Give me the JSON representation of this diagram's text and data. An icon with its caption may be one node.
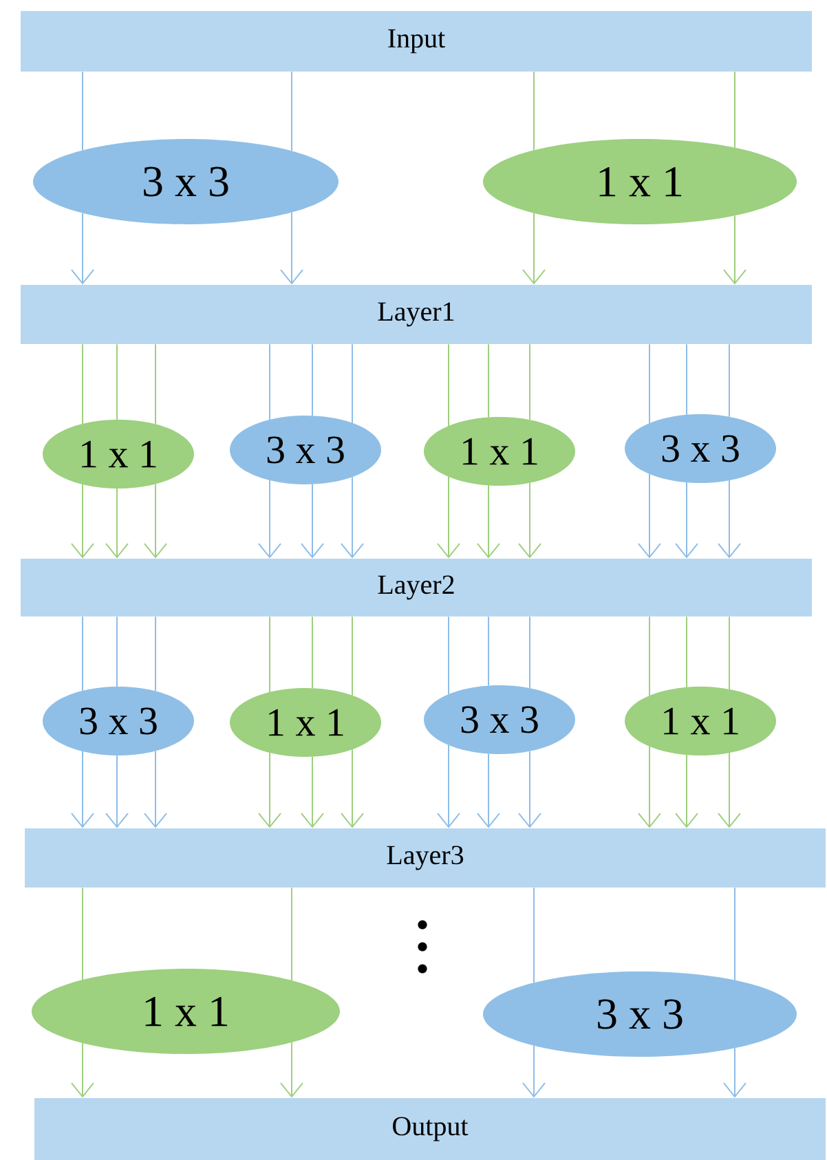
{
  "diagram": {
    "nodes": [
      {
        "text": [
          "Input"
        ]
      },
      {
        "text": [
          "3 x 3"
        ]
      },
      {
        "text": [
          "1 x 1"
        ]
      },
      {
        "text": [
          "Layer1"
        ]
      },
      {
        "text": [
          "1 x 1"
        ]
      },
      {
        "text": [
          "3 x 3"
        ]
      },
      {
        "text": [
          "1 x 1"
        ]
      },
      {
        "text": [
          "3 x 3"
        ]
      },
      {
        "text": [
          "Layer2"
        ]
      },
      {
        "text": [
          "3 x 3"
        ]
      },
      {
        "text": [
          "1 x 1"
        ]
      },
      {
        "text": [
          "3 x 3"
        ]
      },
      {
        "text": [
          "1 x 1"
        ]
      },
      {
        "text": [
          "Layer3"
        ]
      },
      {
        "text": [
          "1 x 1"
        ]
      },
      {
        "text": [
          "3 x 3"
        ]
      },
      {
        "text": [
          "Output"
        ]
      }
    ],
    "edges": [
      {
        "from": 0,
        "to": 1,
        "arrow": "none",
        "color": "#8dbde8"
      },
      {
        "from": 1,
        "to": 3,
        "arrow": "to",
        "color": "#8dbde8"
      },
      {
        "from": 0,
        "to": 1,
        "arrow": "none",
        "color": "#8dbde8"
      },
      {
        "from": 1,
        "to": 3,
        "arrow": "to",
        "color": "#8dbde8"
      },
      {
        "from": 0,
        "to": 2,
        "arrow": "none",
        "color": "#9dcf7e"
      },
      {
        "from": 2,
        "to": 3,
        "arrow": "to",
        "color": "#9dcf7e"
      },
      {
        "from": 0,
        "to": 2,
        "arrow": "none",
        "color": "#9dcf7e"
      },
      {
        "from": 2,
        "to": 3,
        "arrow": "to",
        "color": "#9dcf7e"
      },
      {
        "from": 3,
        "to": 4,
        "arrow": "none",
        "color": "#9dcf7e"
      },
      {
        "from": 4,
        "to": 8,
        "arrow": "to",
        "color": "#9dcf7e"
      },
      {
        "from": 3,
        "to": 4,
        "arrow": "none",
        "color": "#9dcf7e"
      },
      {
        "from": 4,
        "to": 8,
        "arrow": "to",
        "color": "#9dcf7e"
      },
      {
        "from": 3,
        "to": 4,
        "arrow": "none",
        "color": "#9dcf7e"
      },
      {
        "from": 4,
        "to": 8,
        "arrow": "to",
        "color": "#9dcf7e"
      },
      {
        "from": 3,
        "to": 5,
        "arrow": "none",
        "color": "#8dbde8"
      },
      {
        "from": 5,
        "to": 8,
        "arrow": "to",
        "color": "#8dbde8"
      },
      {
        "from": 3,
        "to": 5,
        "arrow": "none",
        "color": "#8dbde8"
      },
      {
        "from": 5,
        "to": 8,
        "arrow": "to",
        "color": "#8dbde8"
      },
      {
        "from": 3,
        "to": 5,
        "arrow": "none",
        "color": "#8dbde8"
      },
      {
        "from": 5,
        "to": 8,
        "arrow": "to",
        "color": "#8dbde8"
      },
      {
        "from": 3,
        "to": 6,
        "arrow": "none",
        "color": "#9dcf7e"
      },
      {
        "from": 6,
        "to": 8,
        "arrow": "to",
        "color": "#9dcf7e"
      },
      {
        "from": 3,
        "to": 6,
        "arrow": "none",
        "color": "#9dcf7e"
      },
      {
        "from": 6,
        "to": 8,
        "arrow": "to",
        "color": "#9dcf7e"
      },
      {
        "from": 3,
        "to": 6,
        "arrow": "none",
        "color": "#9dcf7e"
      },
      {
        "from": 6,
        "to": 8,
        "arrow": "to",
        "color": "#9dcf7e"
      },
      {
        "from": 3,
        "to": 7,
        "arrow": "none",
        "color": "#8dbde8"
      },
      {
        "from": 7,
        "to": 8,
        "arrow": "to",
        "color": "#8dbde8"
      },
      {
        "from": 3,
        "to": 7,
        "arrow": "none",
        "color": "#8dbde8"
      },
      {
        "from": 7,
        "to": 8,
        "arrow": "to",
        "color": "#8dbde8"
      },
      {
        "from": 3,
        "to": 7,
        "arrow": "none",
        "color": "#8dbde8"
      },
      {
        "from": 7,
        "to": 8,
        "arrow": "to",
        "color": "#8dbde8"
      },
      {
        "from": 8,
        "to": 9,
        "arrow": "none",
        "color": "#8dbde8"
      },
      {
        "from": 9,
        "to": 13,
        "arrow": "to",
        "color": "#8dbde8"
      },
      {
        "from": 8,
        "to": 9,
        "arrow": "none",
        "color": "#8dbde8"
      },
      {
        "from": 9,
        "to": 13,
        "arrow": "to",
        "color": "#8dbde8"
      },
      {
        "from": 8,
        "to": 9,
        "arrow": "none",
        "color": "#8dbde8"
      },
      {
        "from": 9,
        "to": 13,
        "arrow": "to",
        "color": "#8dbde8"
      },
      {
        "from": 8,
        "to": 10,
        "arrow": "none",
        "color": "#9dcf7e"
      },
      {
        "from": 10,
        "to": 13,
        "arrow": "to",
        "color": "#9dcf7e"
      },
      {
        "from": 8,
        "to": 10,
        "arrow": "none",
        "color": "#9dcf7e"
      },
      {
        "from": 10,
        "to": 13,
        "arrow": "to",
        "color": "#9dcf7e"
      },
      {
        "from": 8,
        "to": 10,
        "arrow": "none",
        "color": "#9dcf7e"
      },
      {
        "from": 10,
        "to": 13,
        "arrow": "to",
        "color": "#9dcf7e"
      },
      {
        "from": 8,
        "to": 11,
        "arrow": "none",
        "color": "#8dbde8"
      },
      {
        "from": 11,
        "to": 13,
        "arrow": "to",
        "color": "#8dbde8"
      },
      {
        "from": 8,
        "to": 11,
        "arrow": "none",
        "color": "#8dbde8"
      },
      {
        "from": 11,
        "to": 13,
        "arrow": "to",
        "color": "#8dbde8"
      },
      {
        "from": 8,
        "to": 11,
        "arrow": "none",
        "color": "#8dbde8"
      },
      {
        "from": 11,
        "to": 13,
        "arrow": "to",
        "color": "#8dbde8"
      },
      {
        "from": 8,
        "to": 12,
        "arrow": "none",
        "color": "#9dcf7e"
      },
      {
        "from": 12,
        "to": 13,
        "arrow": "to",
        "color": "#9dcf7e"
      },
      {
        "from": 8,
        "to": 12,
        "arrow": "none",
        "color": "#9dcf7e"
      },
      {
        "from": 12,
        "to": 13,
        "arrow": "to",
        "color": "#9dcf7e"
      },
      {
        "from": 8,
        "to": 12,
        "arrow": "none",
        "color": "#9dcf7e"
      },
      {
        "from": 12,
        "to": 13,
        "arrow": "to",
        "color": "#9dcf7e"
      },
      {
        "from": 13,
        "to": 14,
        "arrow": "none",
        "color": "#9dcf7e"
      },
      {
        "from": 14,
        "to": 16,
        "arrow": "to",
        "color": "#9dcf7e"
      },
      {
        "from": 13,
        "to": 14,
        "arrow": "none",
        "color": "#9dcf7e"
      },
      {
        "from": 14,
        "to": 16,
        "arrow": "to",
        "color": "#9dcf7e"
      },
      {
        "from": 13,
        "to": 15,
        "arrow": "none",
        "color": "#8dbde8"
      },
      {
        "from": 15,
        "to": 16,
        "arrow": "to",
        "color": "#8dbde8"
      },
      {
        "from": 13,
        "to": 15,
        "arrow": "none",
        "color": "#8dbde8"
      },
      {
        "from": 15,
        "to": 16,
        "arrow": "to",
        "color": "#8dbde8"
      }
    ]
  }
}
